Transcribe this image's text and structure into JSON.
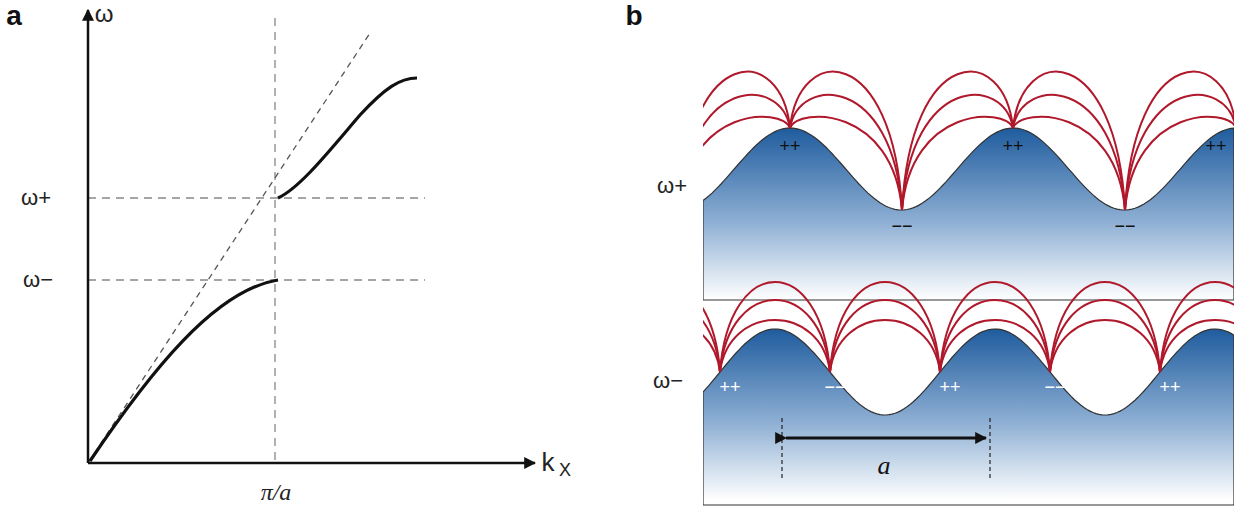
{
  "diagram": {
    "labels": [
      "a",
      "ω",
      "ω+",
      "ω−",
      "π/a",
      "k",
      "X",
      "b",
      "ω+",
      "++",
      "++",
      "++",
      "−−",
      "−−",
      "ω−",
      "++",
      "++",
      "++",
      "−−",
      "−−",
      "a"
    ]
  }
}
